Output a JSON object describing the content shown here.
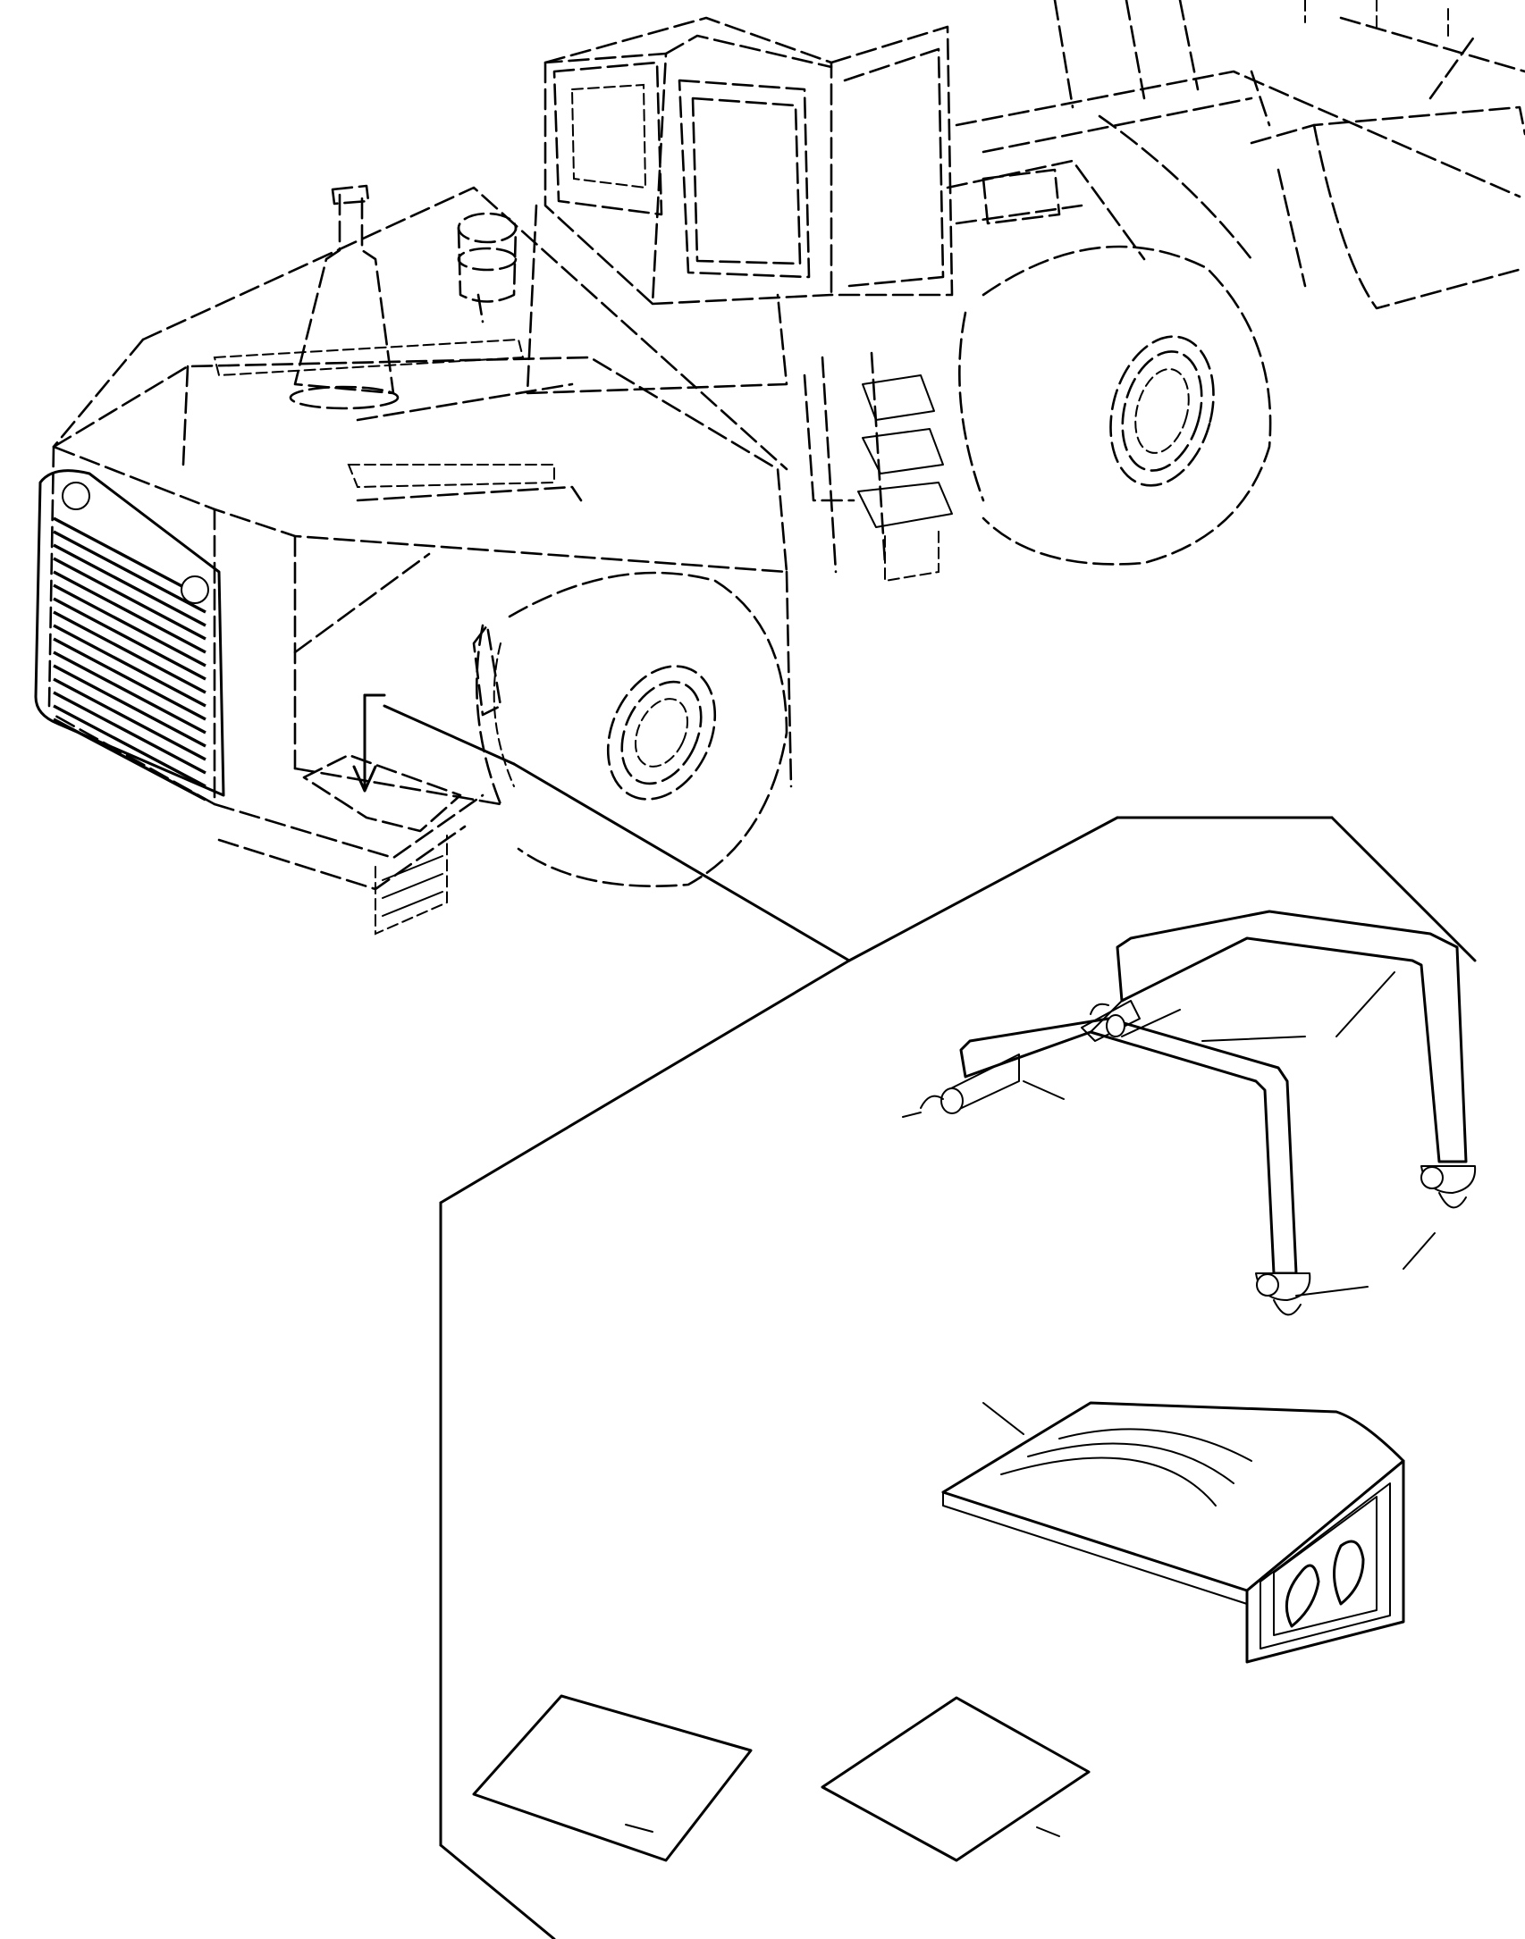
{
  "drawing": {
    "kind": "exploded parts illustration",
    "subject": "wheel-loader-with-accessory-detail",
    "line_color": "#000000",
    "background_color": "#ffffff",
    "parts": [
      {
        "id": "machine",
        "icon": "wheel-loader-icon",
        "style": "dashed-outline"
      },
      {
        "id": "locking-bar",
        "icon": "locking-bar-icon",
        "style": "solid"
      },
      {
        "id": "wheel-chock",
        "icon": "wheel-chock-icon",
        "style": "solid"
      },
      {
        "id": "decal-left",
        "icon": "decal-plate-icon",
        "style": "solid"
      },
      {
        "id": "decal-right",
        "icon": "decal-plate-icon",
        "style": "solid"
      }
    ],
    "callout_leaders": 8,
    "location_arrow": "down-arrow-icon"
  }
}
